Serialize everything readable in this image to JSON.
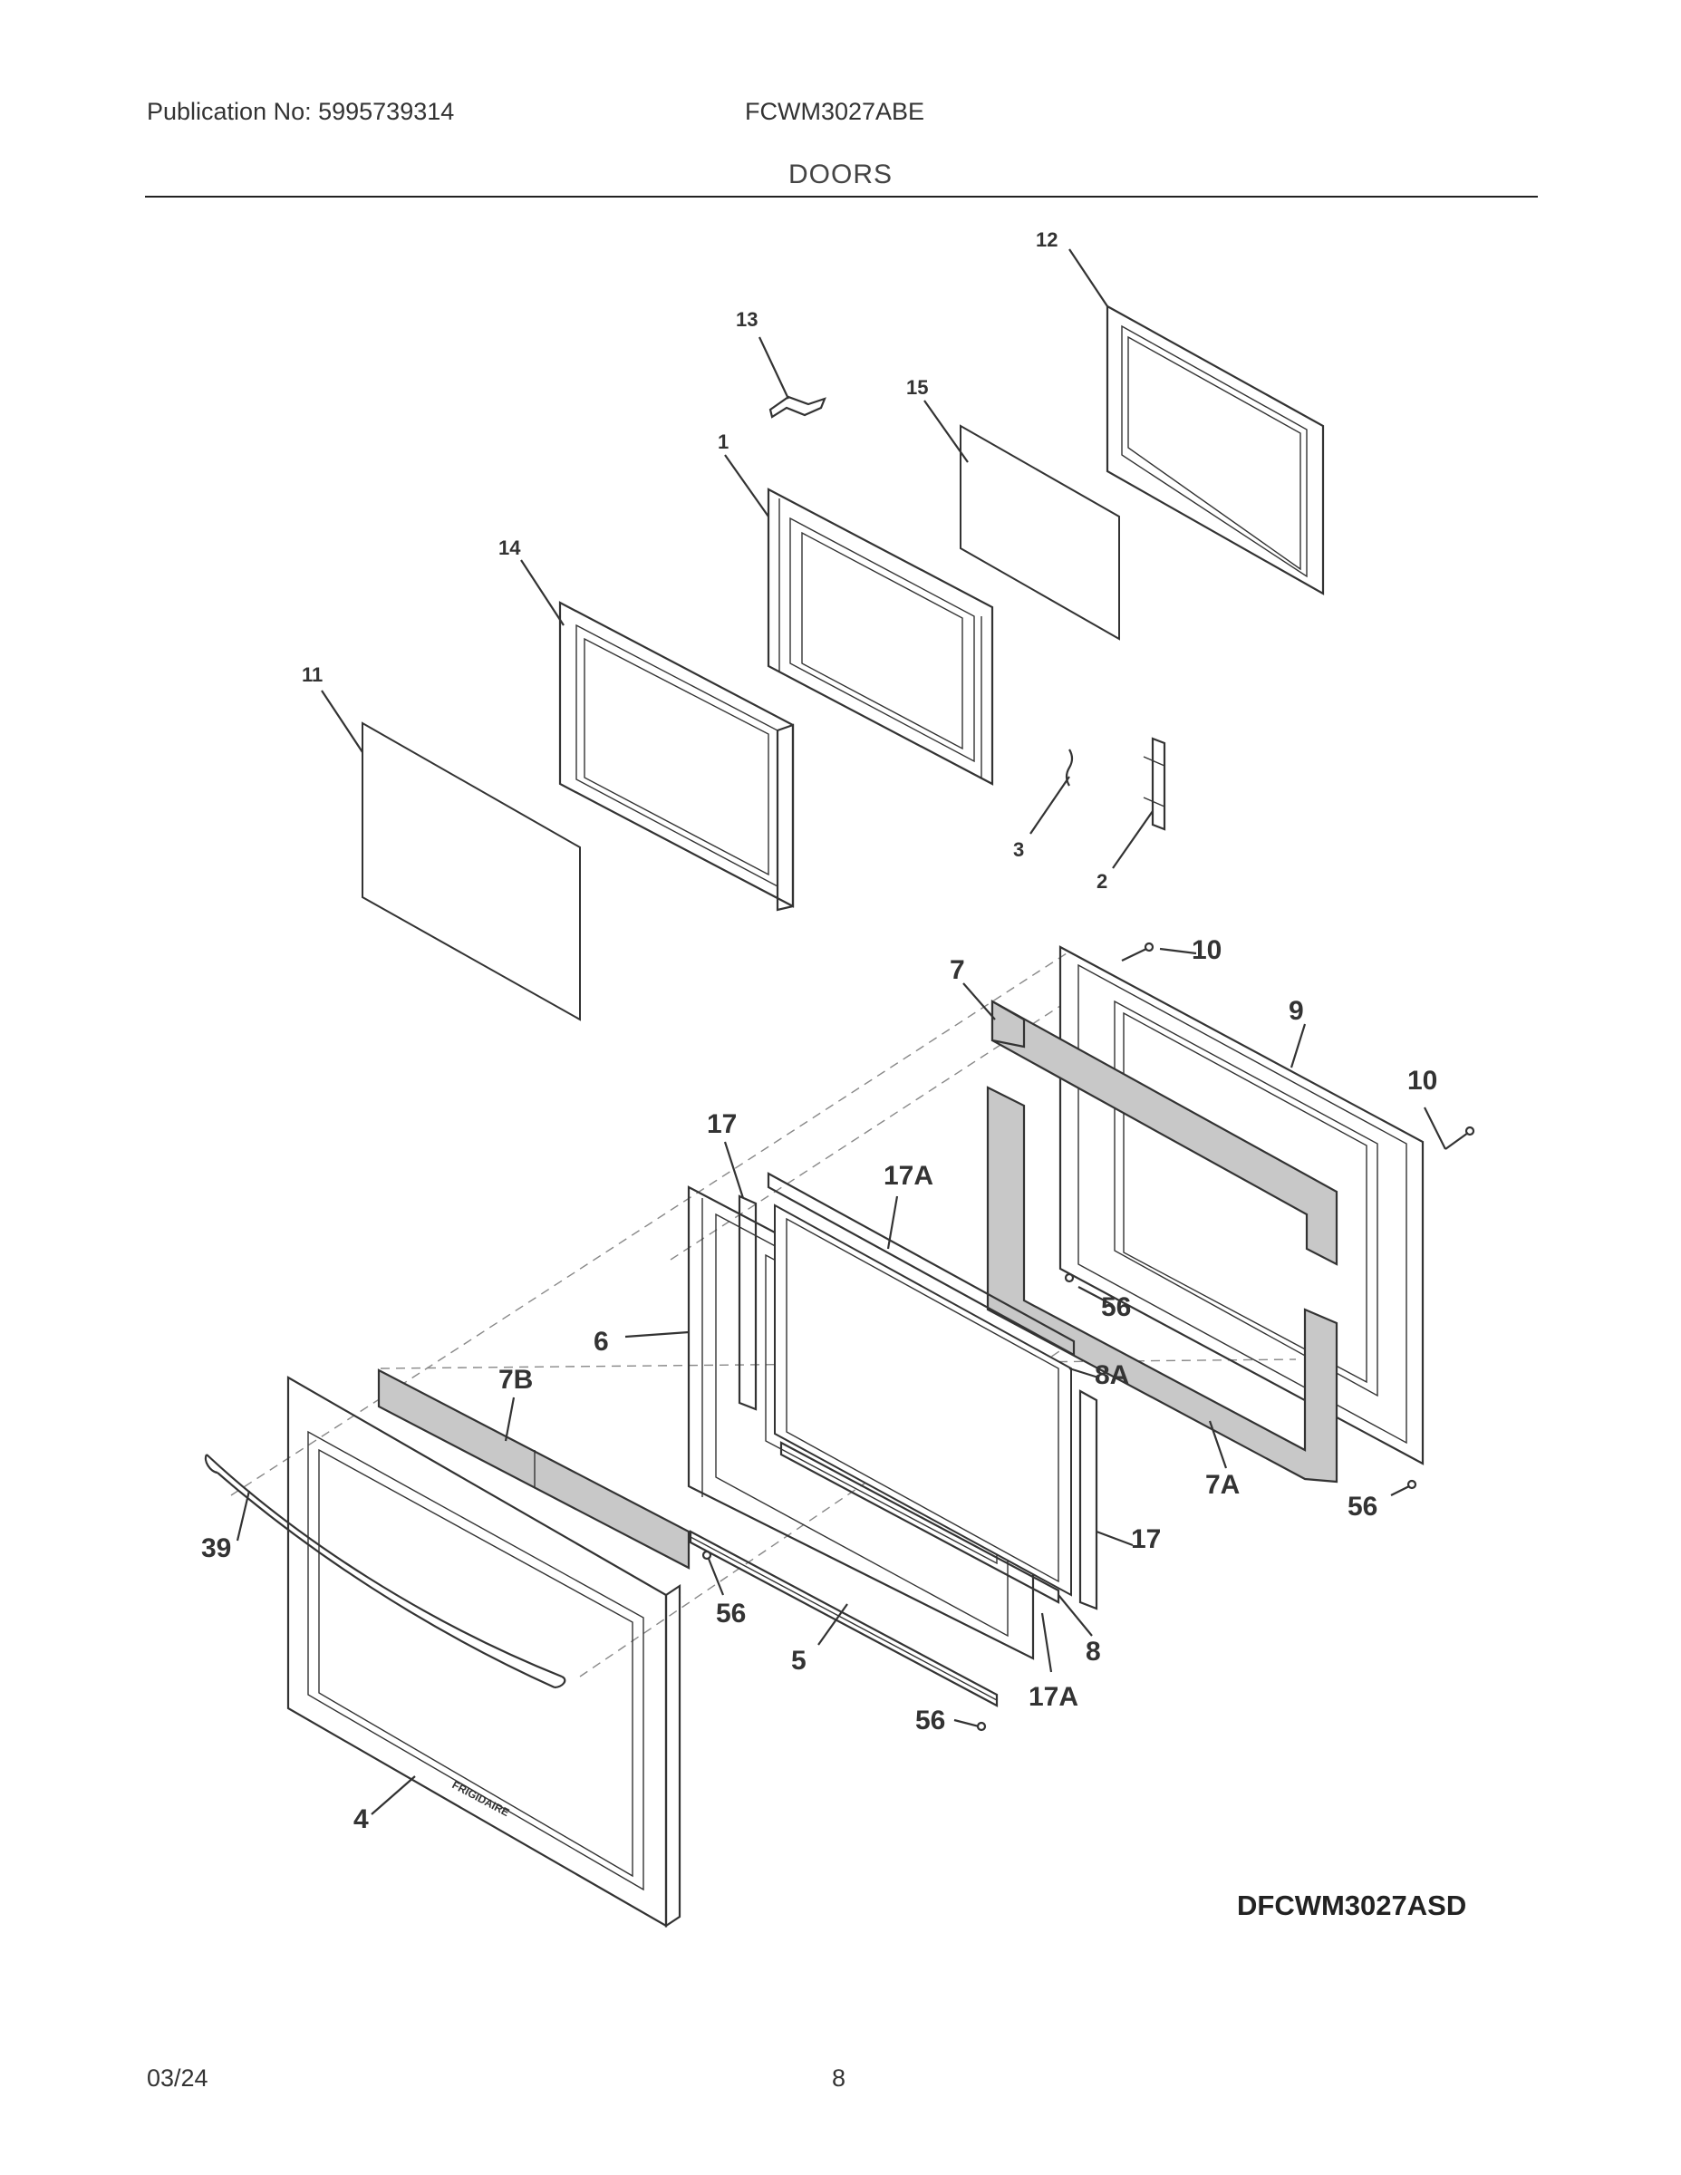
{
  "header": {
    "publication": "Publication No: 5995739314",
    "model": "FCWM3027ABE",
    "section": "DOORS"
  },
  "diagram_code": "DFCWM3027ASD",
  "brand_mark": "FRIGIDAIRE",
  "footer": {
    "date": "03/24",
    "page": "8"
  },
  "callouts": [
    "12",
    "13",
    "15",
    "1",
    "14",
    "11",
    "3",
    "2",
    "10",
    "7",
    "9",
    "10",
    "17",
    "17A",
    "56",
    "6",
    "7B",
    "8A",
    "39",
    "7A",
    "56",
    "17",
    "56",
    "8",
    "5",
    "17A",
    "56",
    "4"
  ]
}
